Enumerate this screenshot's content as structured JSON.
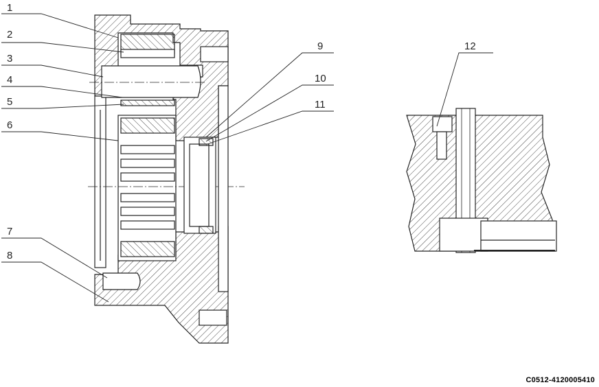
{
  "callouts": {
    "c1": "1",
    "c2": "2",
    "c3": "3",
    "c4": "4",
    "c5": "5",
    "c6": "6",
    "c7": "7",
    "c8": "8",
    "c9": "9",
    "c10": "10",
    "c11": "11",
    "c12": "12"
  },
  "drawing_code": "C0512-4120005410"
}
